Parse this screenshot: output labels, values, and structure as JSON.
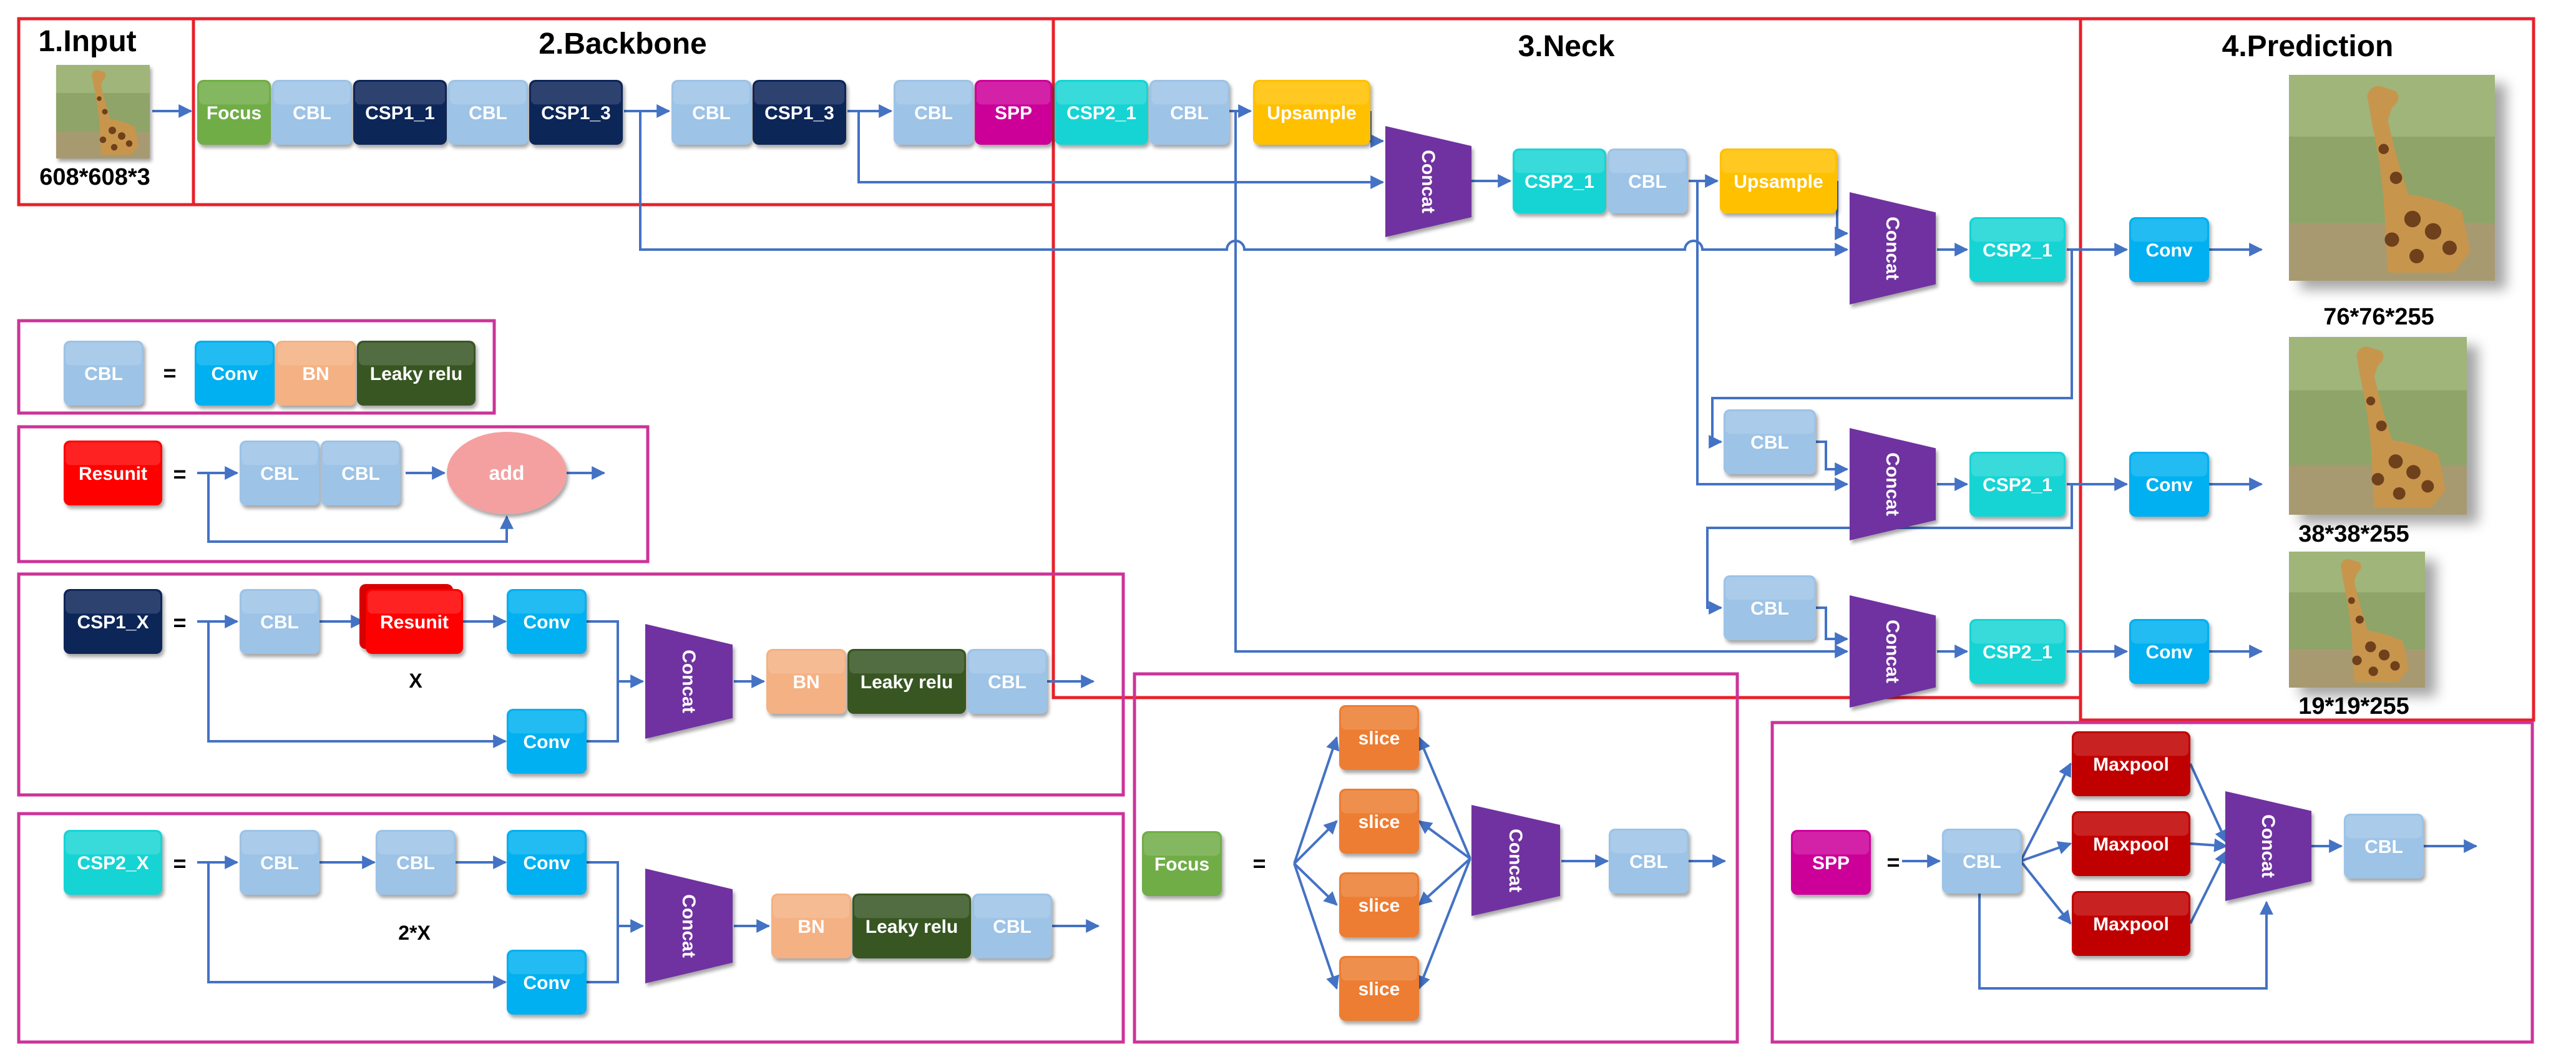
{
  "sections": {
    "input": "1.Input",
    "backbone": "2.Backbone",
    "neck": "3.Neck",
    "prediction": "4.Prediction"
  },
  "input_size": "608*608*3",
  "output_sizes": [
    "76*76*255",
    "38*38*255",
    "19*19*255"
  ],
  "blocks": {
    "focus": "Focus",
    "cbl": "CBL",
    "csp1_1": "CSP1_1",
    "csp1_3": "CSP1_3",
    "spp": "SPP",
    "csp2_1": "CSP2_1",
    "upsample": "Upsample",
    "concat": "Concat",
    "conv": "Conv",
    "bn": "BN",
    "leaky": "Leaky relu",
    "resunit": "Resunit",
    "add": "add",
    "csp1_x": "CSP1_X",
    "csp2_x": "CSP2_X",
    "slice": "slice",
    "maxpool": "Maxpool"
  },
  "symbols": {
    "equals": "=",
    "x": "X",
    "two_x": "2*X"
  },
  "images": {
    "input": "giraffe-photo",
    "outputs": [
      "giraffe-photo-large",
      "giraffe-photo-medium",
      "giraffe-photo-small"
    ]
  },
  "colors": {
    "section_border": "#e8202a",
    "legend_border": "#cc3399",
    "arrow": "#4472c4",
    "focus": "#70ad47",
    "cbl": "#9dc3e6",
    "csp1": "#0d2559",
    "spp": "#cc0099",
    "csp2": "#17d4d4",
    "upsample": "#ffc000",
    "concat": "#7030a0",
    "conv": "#00b0f0",
    "bn": "#f4b183",
    "leaky": "#375623",
    "resunit": "#ff0000",
    "add": "#f4a0a0",
    "slice": "#ed7d31",
    "maxpool": "#c00000"
  }
}
